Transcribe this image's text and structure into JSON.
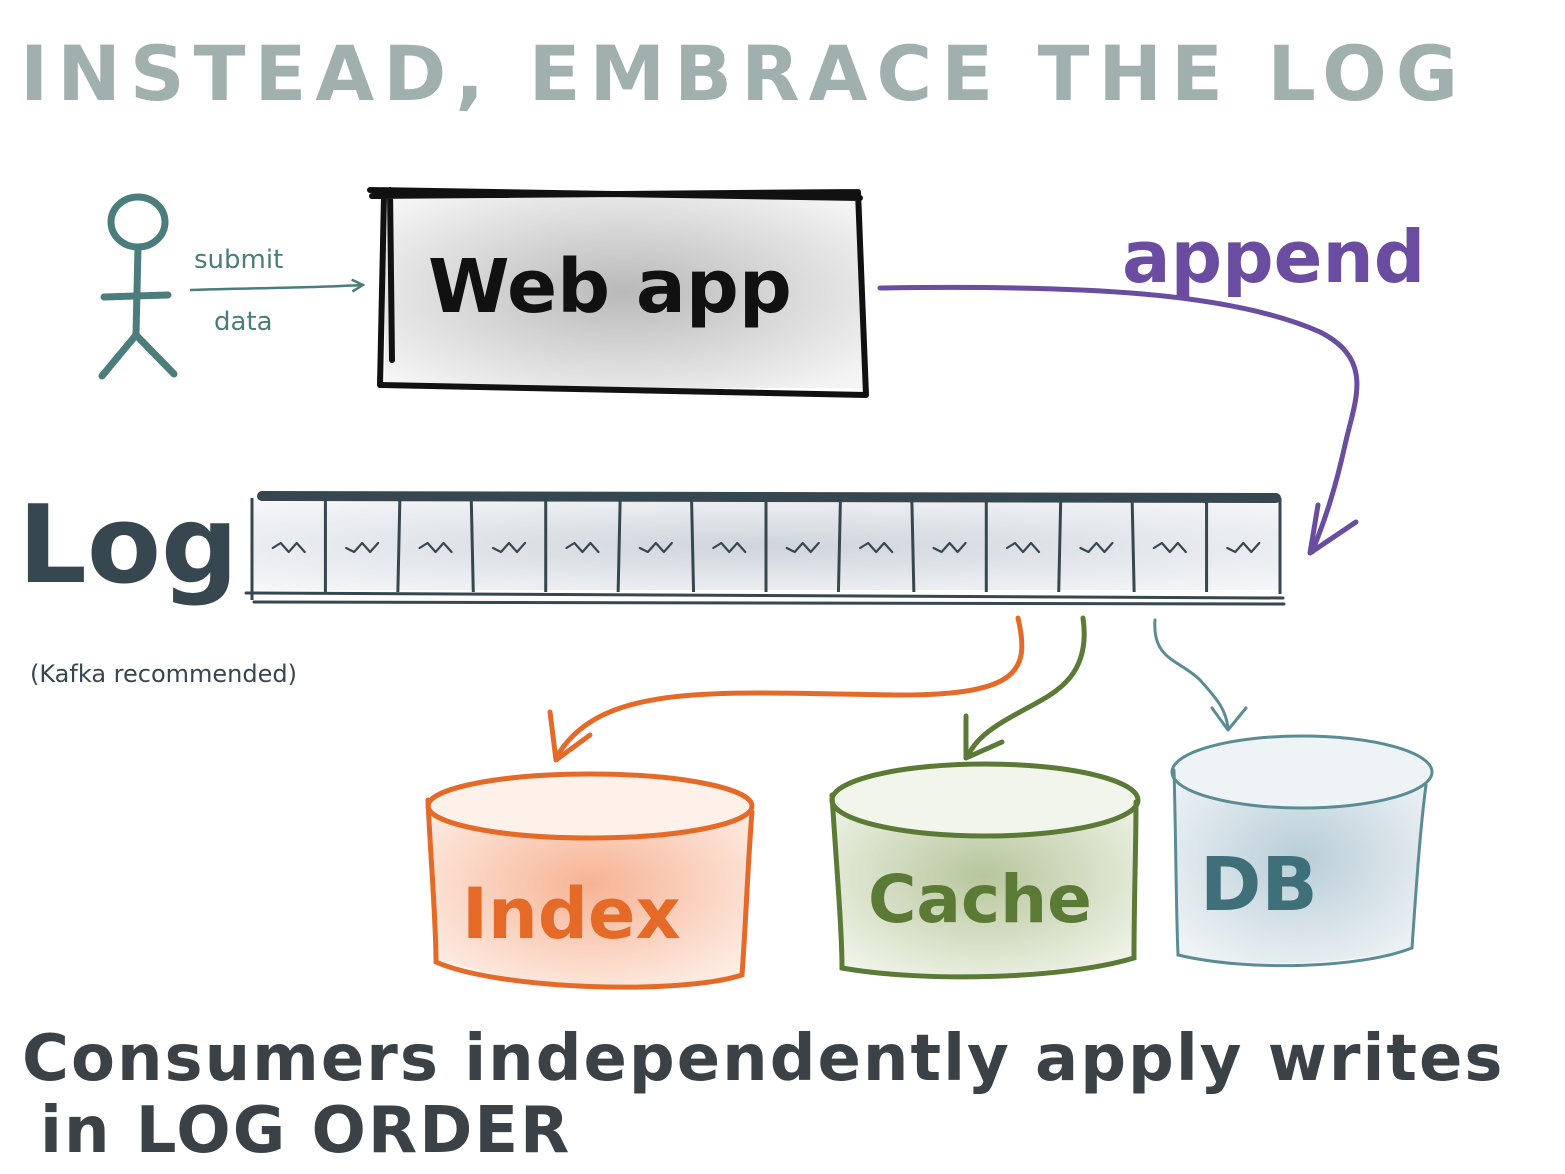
{
  "title": "INSTEAD, EMBRACE THE LOG",
  "actor": {
    "arrow_label_top": "submit",
    "arrow_label_bottom": "data"
  },
  "web_app": {
    "label": "Web app"
  },
  "append_label": "append",
  "log": {
    "label": "Log",
    "note": "(Kafka recommended)",
    "entry_count": 14
  },
  "consumers": {
    "index": "Index",
    "cache": "Cache",
    "db": "DB"
  },
  "footer": {
    "line1": "Consumers independently apply writes",
    "line2": "in LOG ORDER"
  },
  "colors": {
    "title": "#9fb0ae",
    "ink": "#37474f",
    "actor": "#4a7d7b",
    "append": "#6a4ca0",
    "index": "#e56a28",
    "cache": "#5b7a35",
    "db": "#5b8c94",
    "footer": "#3a4248"
  }
}
